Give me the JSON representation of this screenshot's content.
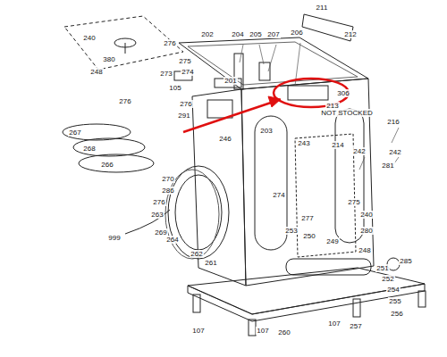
{
  "diagram": {
    "labels": [
      "240",
      "380",
      "248",
      "276",
      "202",
      "204",
      "205",
      "207",
      "206",
      "211",
      "212",
      "275",
      "273",
      "274",
      "201",
      "105",
      "276",
      "276",
      "291",
      "267",
      "268",
      "266",
      "270",
      "286",
      "276",
      "263",
      "269",
      "999",
      "264",
      "262",
      "261",
      "246",
      "203",
      "213",
      "NOT STOCKED",
      "306",
      "243",
      "214",
      "242",
      "216",
      "242",
      "281",
      "274",
      "275",
      "240",
      "280",
      "277",
      "253",
      "250",
      "249",
      "248",
      "285",
      "251",
      "252",
      "254",
      "255",
      "256",
      "107",
      "260",
      "107",
      "257",
      "107"
    ]
  }
}
